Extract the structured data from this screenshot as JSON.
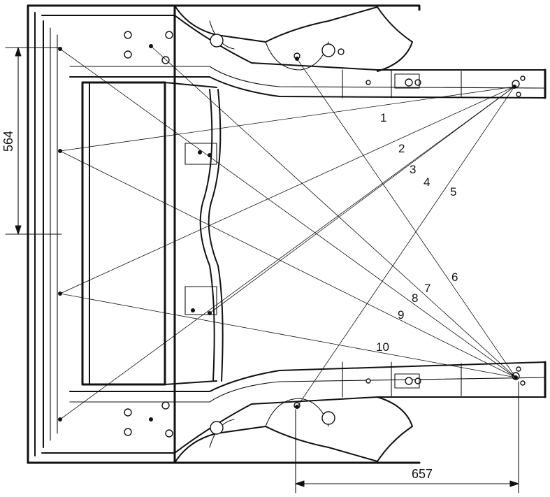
{
  "dimensions": {
    "vertical": "564",
    "horizontal": "657"
  },
  "diagonal_labels": [
    "1",
    "2",
    "3",
    "4",
    "5",
    "6",
    "7",
    "8",
    "9",
    "10"
  ]
}
